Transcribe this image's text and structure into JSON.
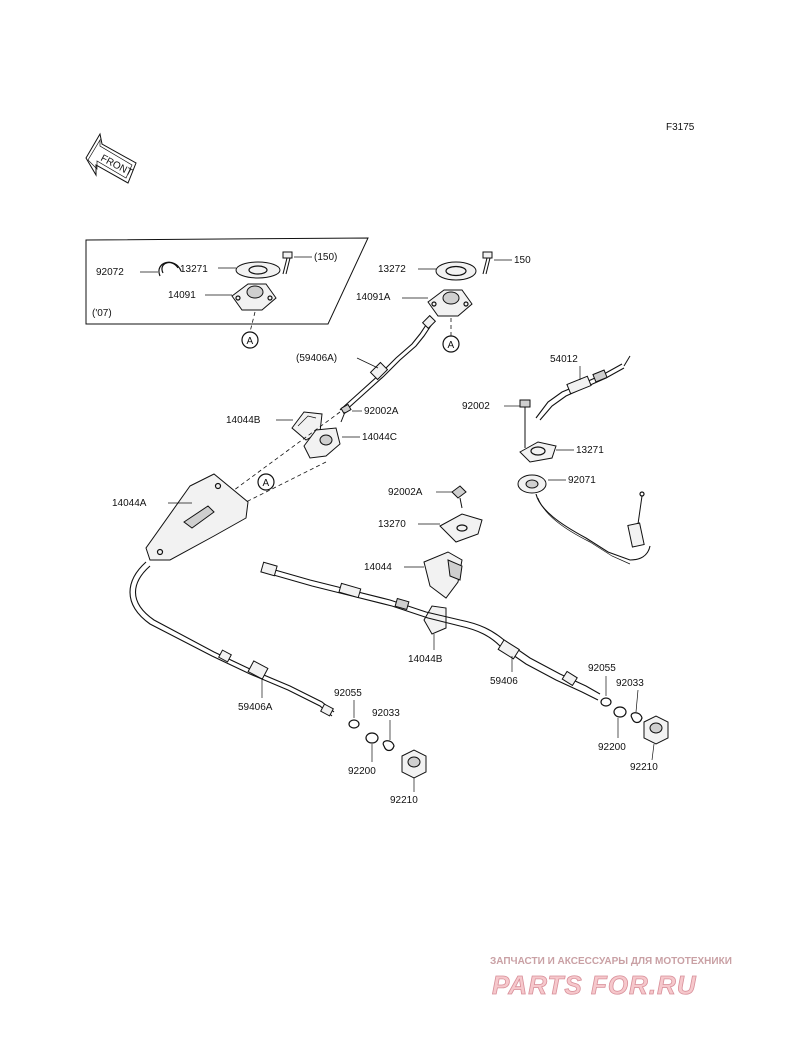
{
  "diagram": {
    "code": "F3175",
    "front_label": "FRONT",
    "callouts": {
      "a1": "A",
      "a2": "A",
      "a3": "A"
    },
    "parts": {
      "p92072": "92072",
      "p13271_left": "13271",
      "p150_paren": "(150)",
      "p14091": "14091",
      "p07": "('07)",
      "p13272": "13272",
      "p150": "150",
      "p14091A": "14091A",
      "p59406A_paren": "(59406A)",
      "p14044B_top": "14044B",
      "p92002A_top": "92002A",
      "p14044C": "14044C",
      "p14044A": "14044A",
      "p54012": "54012",
      "p92002": "92002",
      "p13271_right": "13271",
      "p92071": "92071",
      "p92002A_mid": "92002A",
      "p13270": "13270",
      "p14044": "14044",
      "p14044B_bottom": "14044B",
      "p59406": "59406",
      "p92055_right": "92055",
      "p92033_right": "92033",
      "p92200_right": "92200",
      "p92210_right": "92210",
      "p59406A": "59406A",
      "p92055_left": "92055",
      "p92033_left": "92033",
      "p92200_left": "92200",
      "p92210_left": "92210"
    },
    "watermark": {
      "caption": "ЗАПЧАСТИ И АКСЕССУАРЫ ДЛЯ МОТОТЕХНИКИ",
      "logo": "PARTS FOR.RU"
    }
  }
}
